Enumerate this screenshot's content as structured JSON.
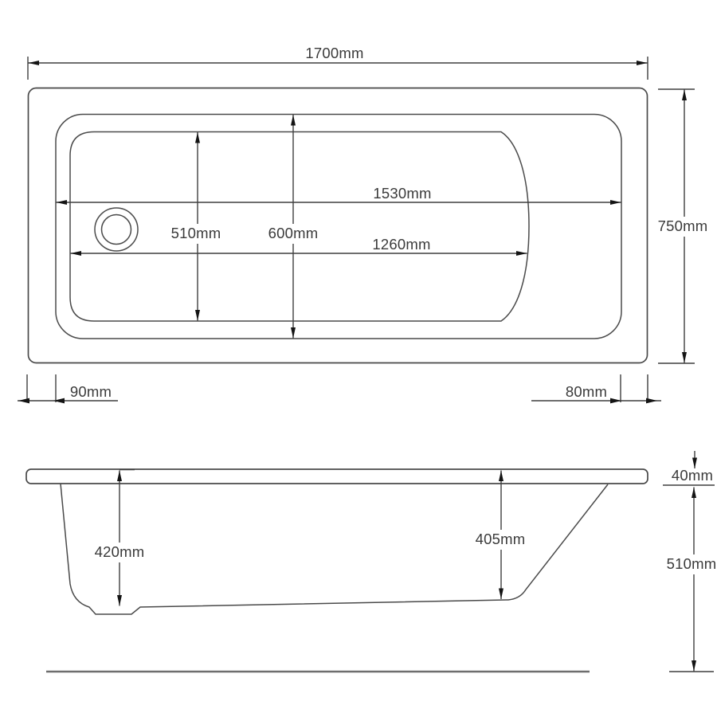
{
  "drawing": {
    "kind": "bathtub-dimension-drawing",
    "units": "mm",
    "colors": {
      "line": "#4a4a4a",
      "dimension_line": "#3f3f3f",
      "text": "#3a3a3a",
      "background": "#ffffff"
    },
    "top_view": {
      "overall_length": {
        "value": 1700,
        "label": "1700mm"
      },
      "overall_width": {
        "value": 750,
        "label": "750mm"
      },
      "rim_inner_length": {
        "value": 1530,
        "label": "1530mm"
      },
      "base_length": {
        "value": 1260,
        "label": "1260mm"
      },
      "base_width": {
        "value": 510,
        "label": "510mm"
      },
      "rim_inner_width": {
        "value": 600,
        "label": "600mm"
      },
      "left_rim_width": {
        "value": 90,
        "label": "90mm"
      },
      "right_rim_width": {
        "value": 80,
        "label": "80mm"
      }
    },
    "side_view": {
      "inner_depth_left": {
        "value": 420,
        "label": "420mm"
      },
      "inner_depth_right": {
        "value": 405,
        "label": "405mm"
      },
      "rim_thickness": {
        "value": 40,
        "label": "40mm"
      },
      "overall_height": {
        "value": 510,
        "label": "510mm"
      }
    }
  }
}
